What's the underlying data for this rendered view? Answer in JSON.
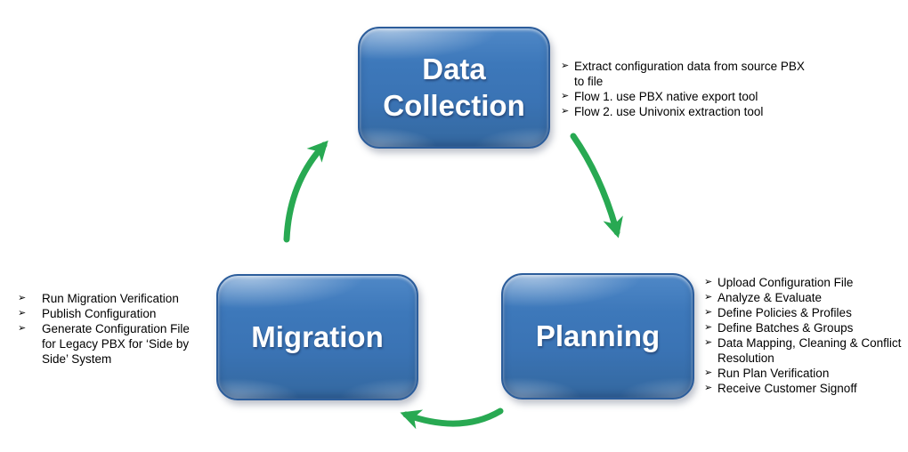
{
  "bullet_char": "➢",
  "colors": {
    "box_fill": "#3A74B5",
    "box_border": "#2C5D9B",
    "arrow_green": "#28A952",
    "title_text": "#FFFFFF",
    "body_text": "#000000",
    "background": "#FFFFFF"
  },
  "nodes": {
    "data_collection": {
      "title": "Data Collection",
      "bullets": [
        "Extract configuration data from source PBX to file",
        "Flow 1. use PBX native export tool",
        "Flow 2. use Univonix extraction tool"
      ]
    },
    "planning": {
      "title": "Planning",
      "bullets": [
        "Upload Configuration File",
        "Analyze & Evaluate",
        "Define Policies & Profiles",
        "Define Batches & Groups",
        "Data Mapping, Cleaning & Conflict Resolution",
        "Run Plan Verification",
        "Receive Customer Signoff"
      ]
    },
    "migration": {
      "title": "Migration",
      "bullets": [
        "Run Migration Verification",
        "Publish Configuration",
        "Generate Configuration File for Legacy PBX for ‘Side by Side’ System"
      ]
    }
  }
}
